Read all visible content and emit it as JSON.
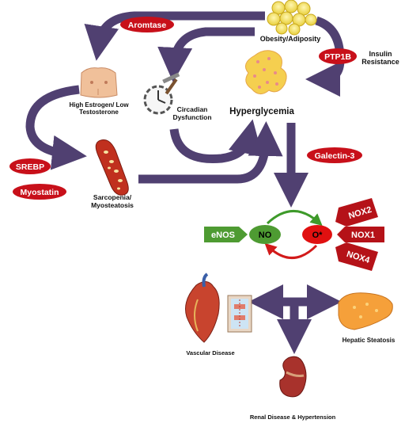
{
  "nodes": {
    "obesity": "Obesity/Adiposity",
    "insulin": "Insulin Resistance",
    "hyperglycemia": "Hyperglycemia",
    "circadian": "Circadian Dysfunction",
    "estrogen": "High Estrogen/ Low Testosterone",
    "sarcopenia": "Sarcopenia/ Myosteatosis",
    "vascular": "Vascular Disease",
    "hepatic": "Hepatic Steatosis",
    "renal": "Renal Disease & Hypertension"
  },
  "mediators": {
    "aromatase": "Aromtase",
    "ptp1b": "PTP1B",
    "srebp": "SREBP",
    "myostatin": "Myostatin",
    "galectin3": "Galectin-3"
  },
  "redox": {
    "enos": "eNOS",
    "no": "NO",
    "superoxide": "O*",
    "nox2": "NOX2",
    "nox1": "NOX1",
    "nox4": "NOX4"
  },
  "colors": {
    "arrow": "#504071",
    "pill": "#c8101a",
    "green": "#4e9b32",
    "red_arrow": "#d21a1a",
    "green_arrow": "#3e9a2a"
  }
}
